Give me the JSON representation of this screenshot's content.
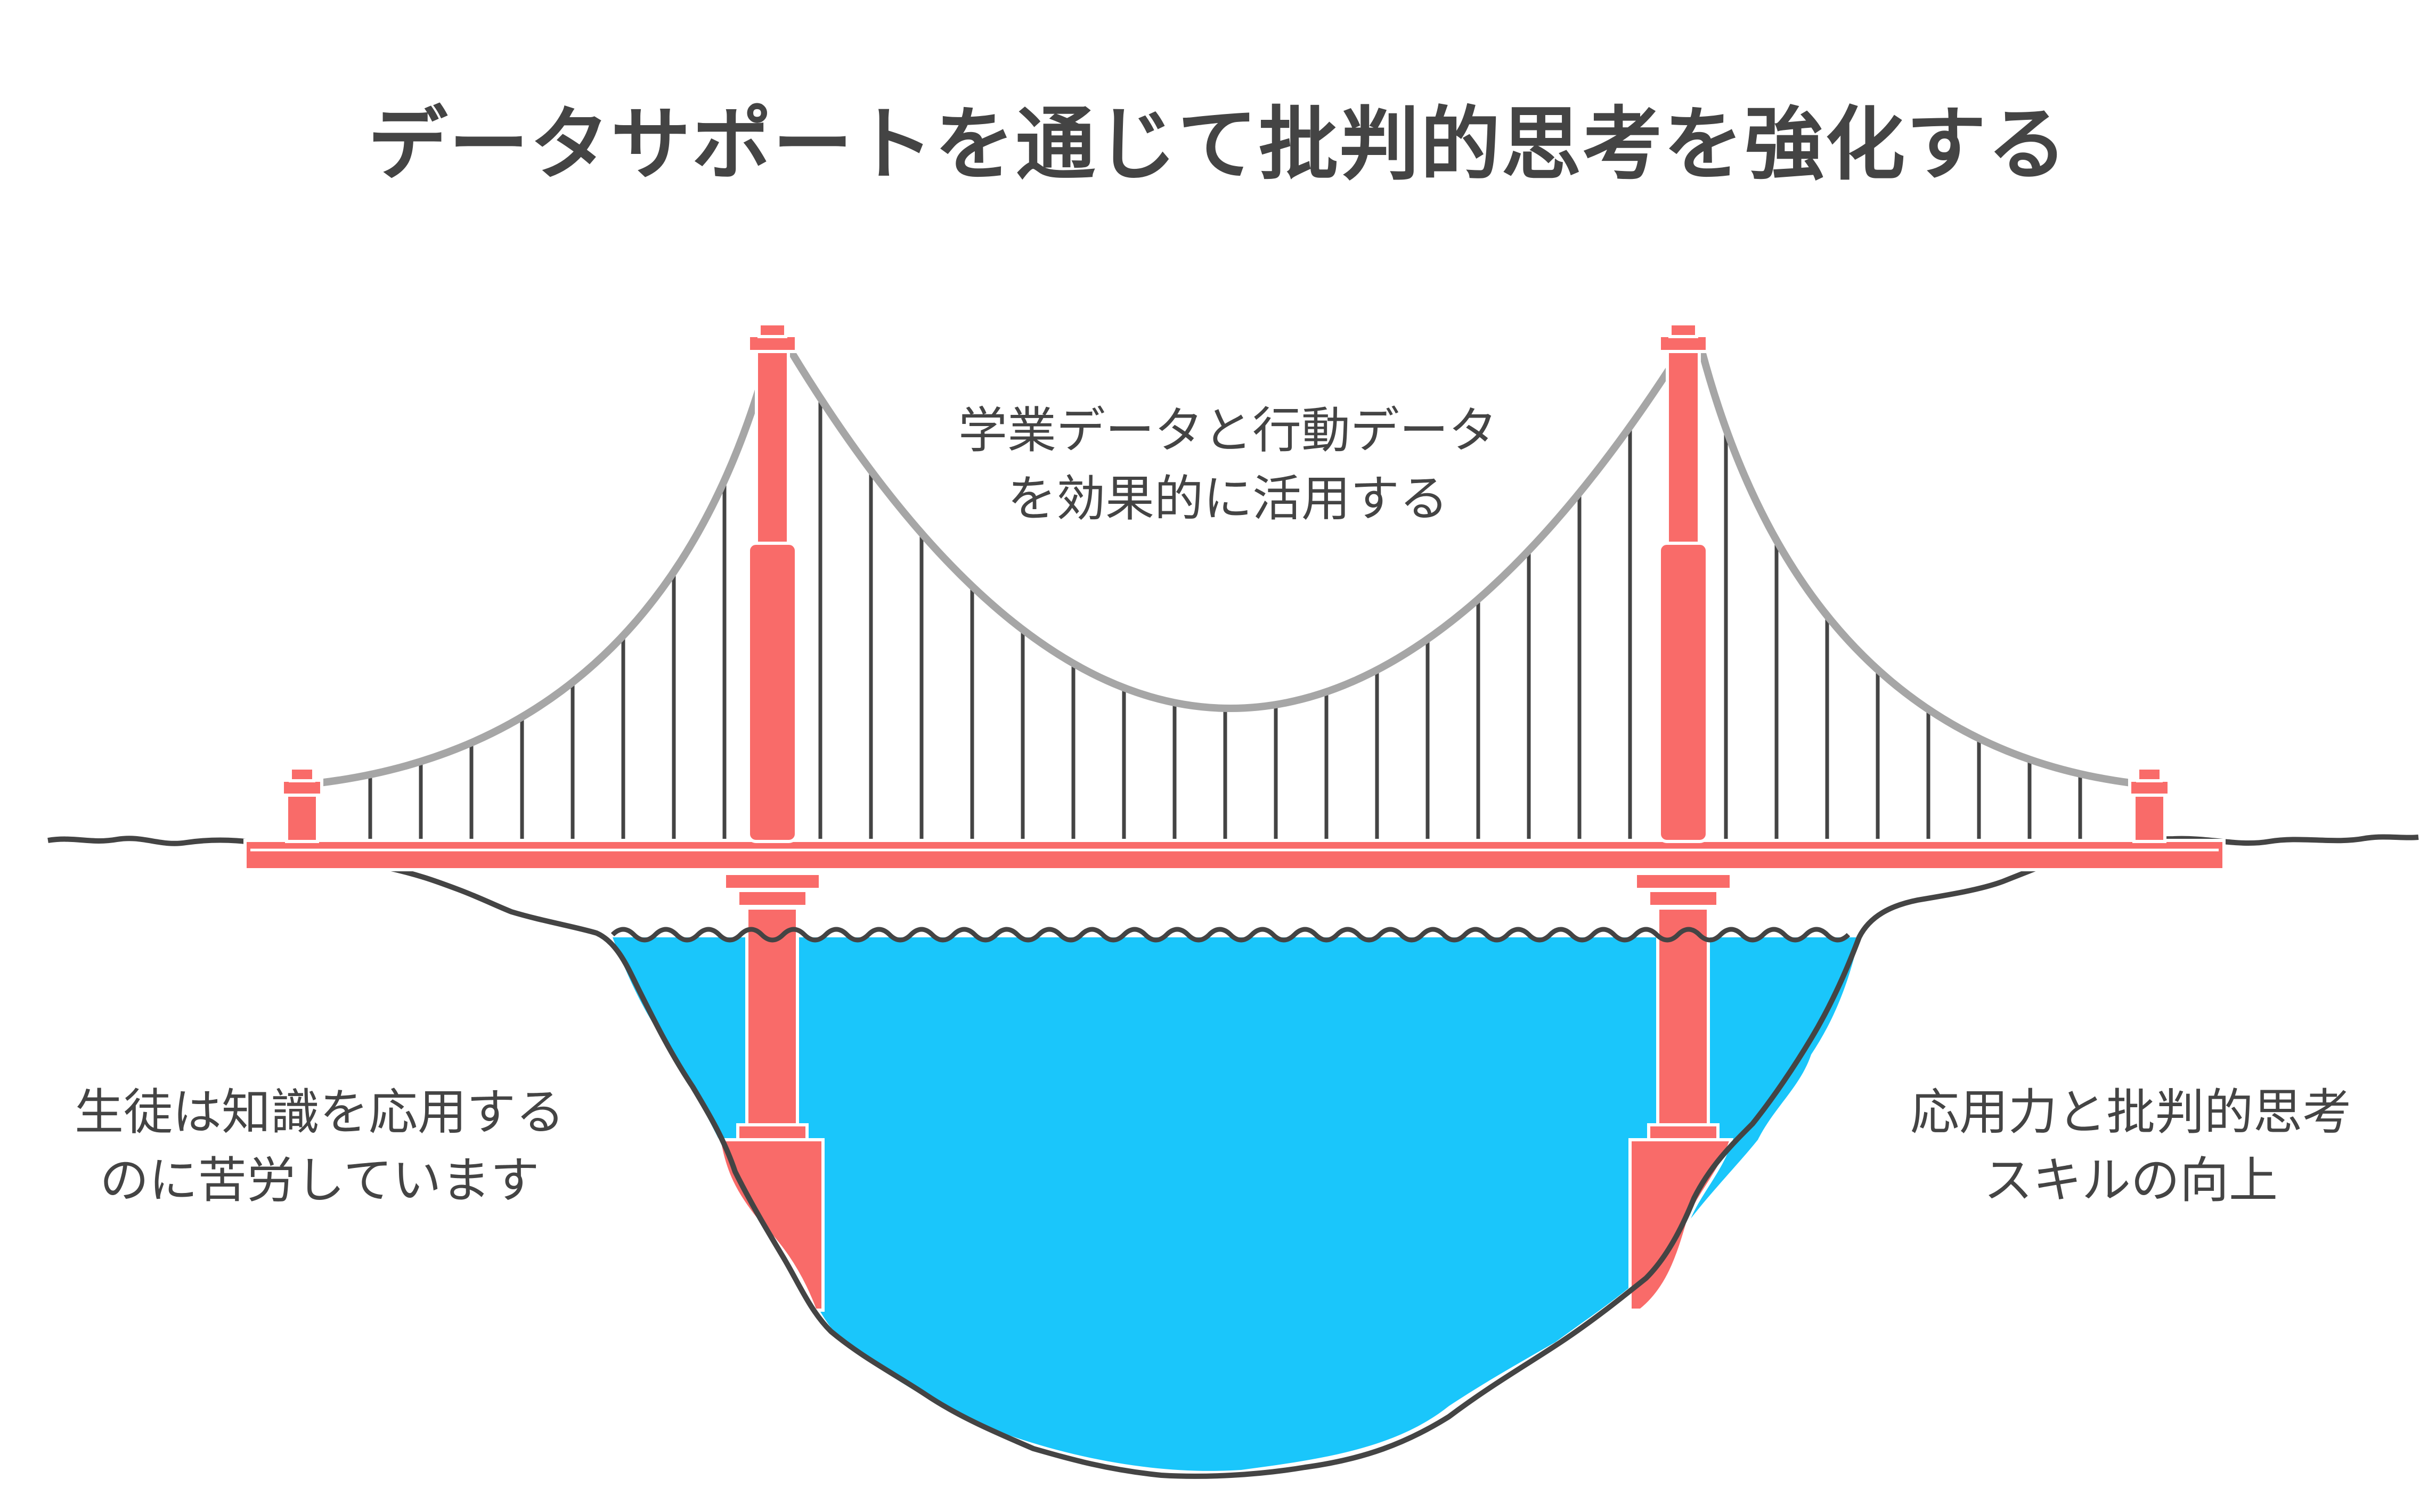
{
  "title": "データサポートを通じて批判的思考を強化する",
  "labels": {
    "top": {
      "line1": "学業データと行動データ",
      "line2": "を効果的に活用する"
    },
    "left": {
      "line1": "生徒は知識を応用する",
      "line2": "のに苦労しています"
    },
    "right": {
      "line1": "応用力と批判的思考",
      "line2": "スキルの向上"
    }
  },
  "colors": {
    "bridge": "#F96B69",
    "cable": "#A6A6A6",
    "hanger": "#444444",
    "water": "#1AC6FB",
    "ground_outline": "#444444",
    "text": "#444444"
  }
}
